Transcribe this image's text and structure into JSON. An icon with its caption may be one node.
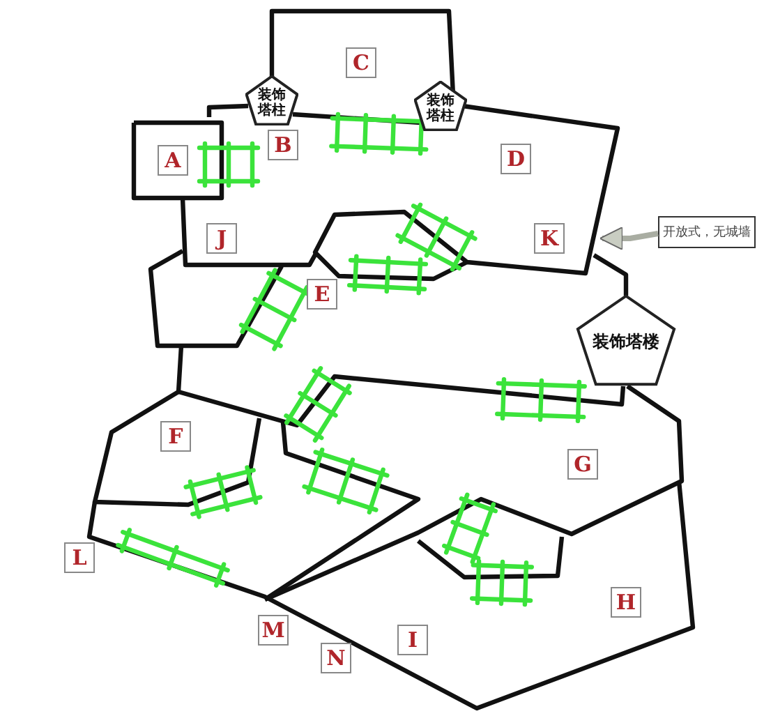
{
  "diagram": {
    "nodes": [
      {
        "text": [
          "C"
        ]
      },
      {
        "text": [
          "装饰塔柱"
        ]
      },
      {
        "text": [
          "装饰塔柱"
        ]
      },
      {
        "text": [
          "B"
        ]
      },
      {
        "text": [
          "A"
        ]
      },
      {
        "text": [
          "D"
        ]
      },
      {
        "text": [
          "J"
        ]
      },
      {
        "text": [
          "K"
        ]
      },
      {
        "text": [
          "开放式，无城墙"
        ]
      },
      {
        "text": [
          "E"
        ]
      },
      {
        "text": [
          "装饰塔楼"
        ]
      },
      {
        "text": [
          "F"
        ]
      },
      {
        "text": [
          "G"
        ]
      },
      {
        "text": [
          "L"
        ]
      },
      {
        "text": [
          "H"
        ]
      },
      {
        "text": [
          "M"
        ]
      },
      {
        "text": [
          "I"
        ]
      },
      {
        "text": [
          "N"
        ]
      }
    ],
    "edges": [
      {
        "from": 8,
        "to": 7,
        "arrow": "to"
      }
    ]
  }
}
